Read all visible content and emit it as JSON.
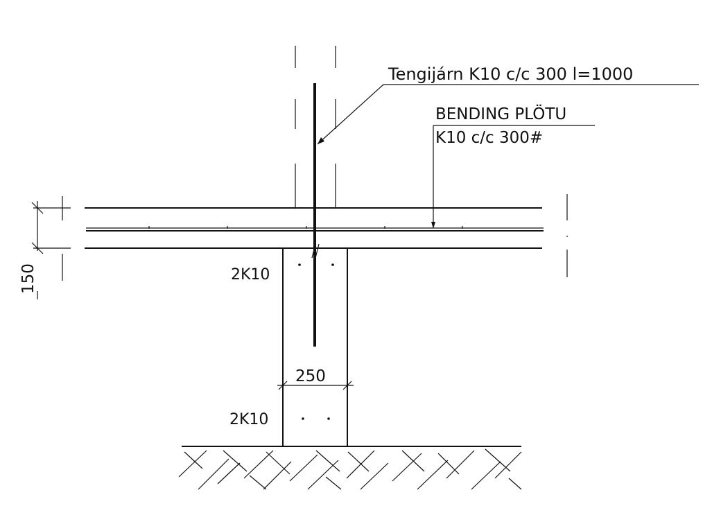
{
  "drawing": {
    "labels": {
      "starter_bars": "Tengijárn K10 c/c 300 l=1000",
      "slab_reinf_line1": "BENDING PLÖTU",
      "slab_reinf_line2": "K10 c/c 300#",
      "slab_thickness": "150",
      "wall_width": "250",
      "upper_bars": "2K10",
      "lower_bars": "2K10"
    },
    "colors": {
      "ink": "#111111",
      "paper": "#ffffff"
    }
  }
}
